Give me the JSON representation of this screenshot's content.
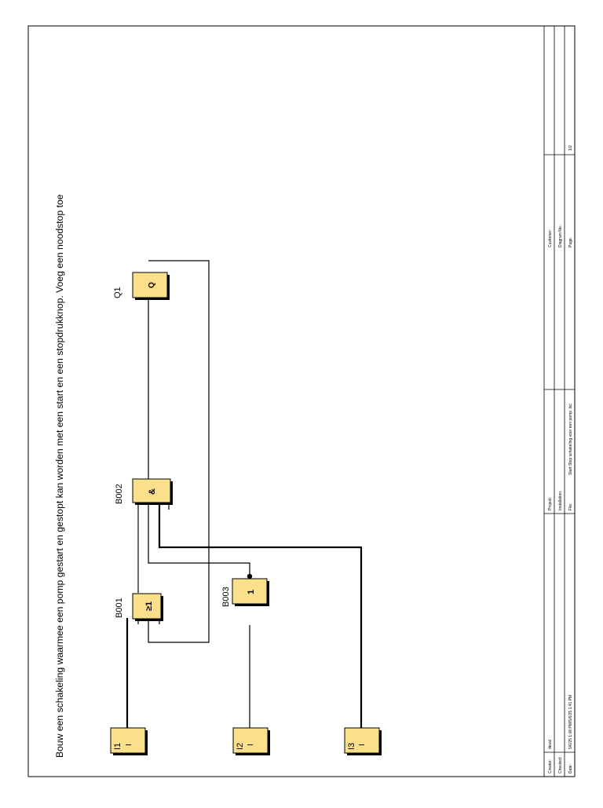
{
  "title": "Bouw een schakeling waarmee een pomp gestart en gestopt kan worden met een start en een stopdrukknop. Voeg een noodstop toe",
  "blocks": {
    "i1": {
      "label": "I1",
      "symbol": "I"
    },
    "i2": {
      "label": "I2",
      "symbol": "I"
    },
    "i3": {
      "label": "I3",
      "symbol": "I"
    },
    "b001": {
      "label": "B001",
      "symbol": "≥1"
    },
    "b002": {
      "label": "B002",
      "symbol": "&"
    },
    "b003": {
      "label": "B003",
      "symbol": "1"
    },
    "q1": {
      "label": "Q1",
      "symbol": "Q"
    }
  },
  "title_block": {
    "creator_label": "Creator:",
    "creator_value": "deval",
    "checked_label": "Checked:",
    "date_label": "Date:",
    "date_value": "5/6/25 1:08 PM/5/6/25 1:41 PM",
    "project_label": "Project:",
    "installation_label": "Installation:",
    "file_label": "File:",
    "file_value": "Start Stop schakeling voor een pomp .lsc",
    "customer_label": "Customer:",
    "diagram_no_label": "Diagram No.:",
    "page_label": "Page:",
    "page_value": "1/2"
  },
  "colors": {
    "block_fill": "#fbdf8b",
    "line": "#000000"
  }
}
